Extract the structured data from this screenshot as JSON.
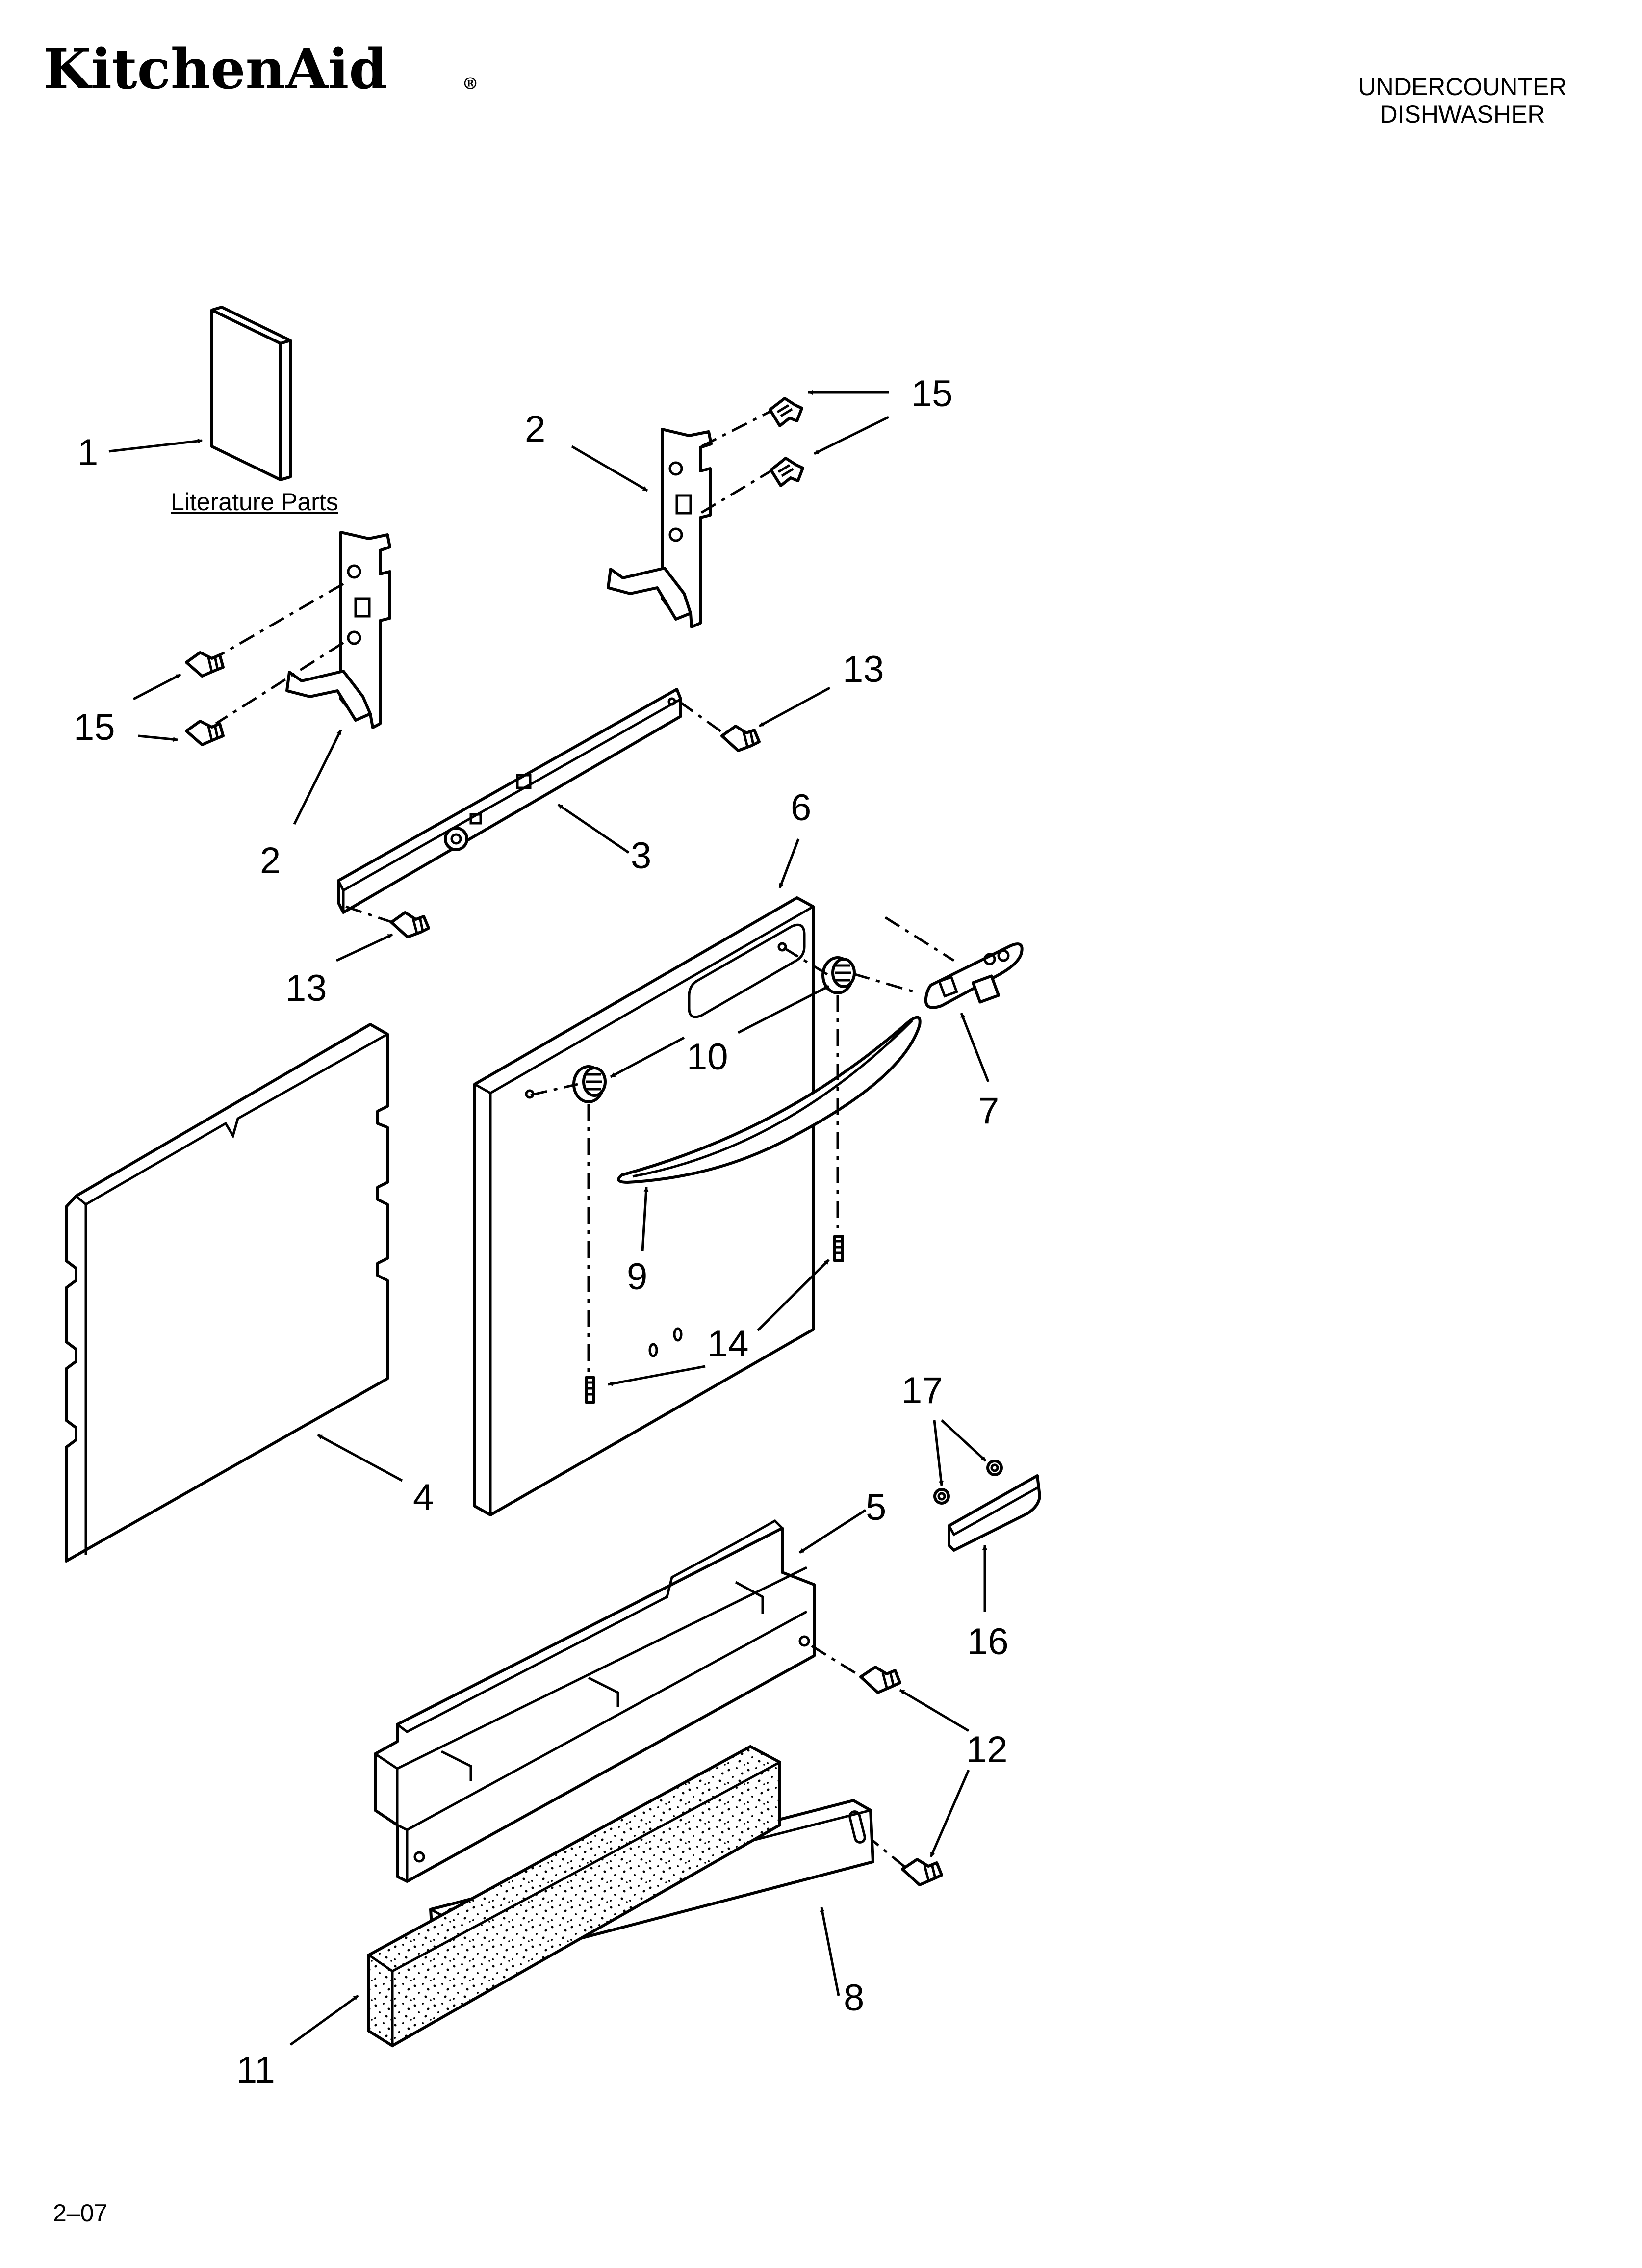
{
  "header": {
    "brand": "KitchenAid",
    "registered_mark": "®",
    "product_line1": "UNDERCOUNTER",
    "product_line2": "DISHWASHER"
  },
  "literature_label": "Literature Parts",
  "footer_code": "2–07",
  "callouts": {
    "c1": "1",
    "c2a": "2",
    "c2b": "2",
    "c3": "3",
    "c4": "4",
    "c5": "5",
    "c6": "6",
    "c7": "7",
    "c8": "8",
    "c9": "9",
    "c10": "10",
    "c11": "11",
    "c12": "12",
    "c13a": "13",
    "c13b": "13",
    "c14": "14",
    "c15a": "15",
    "c15b": "15",
    "c16": "16",
    "c17": "17"
  }
}
